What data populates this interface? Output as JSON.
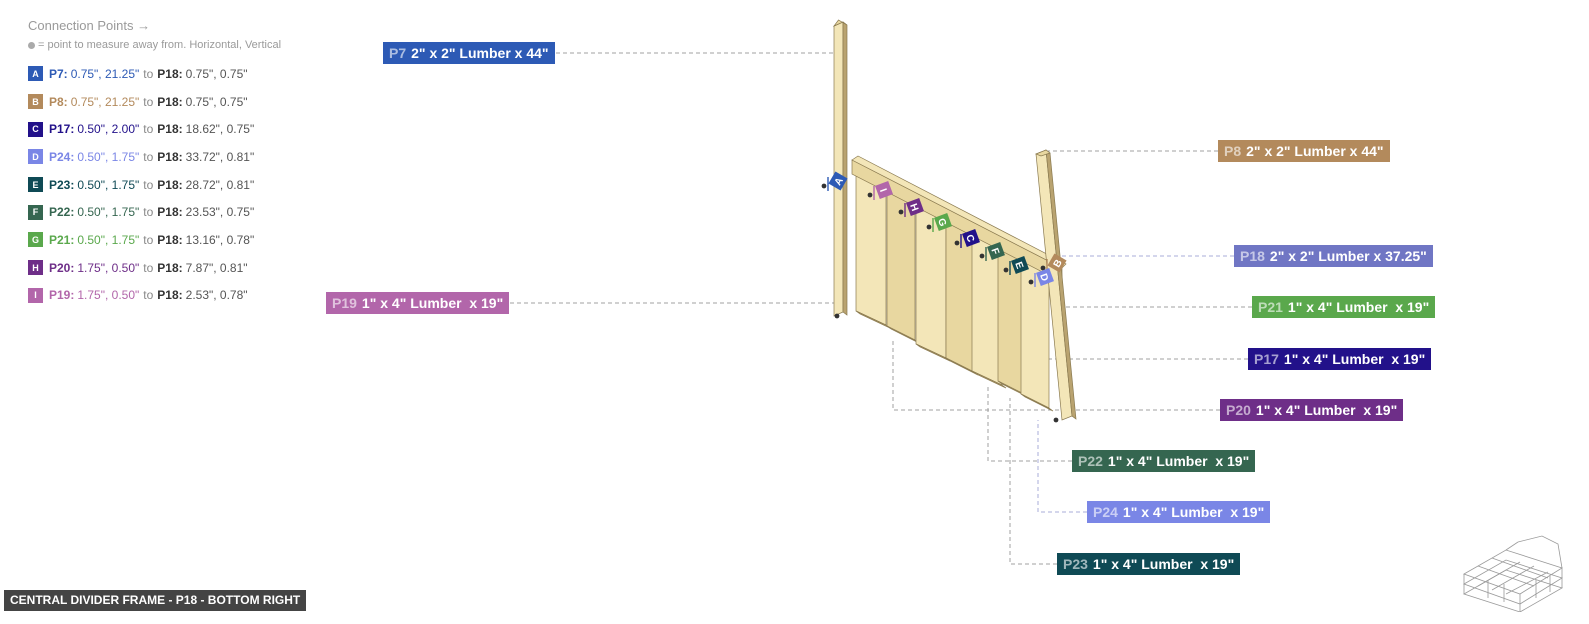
{
  "legend": {
    "title": "Connection Points →",
    "note": "= point to measure away from. Horizontal, Vertical",
    "to_word": "to",
    "items": [
      {
        "badge": "A",
        "color": "#2d5ab5",
        "from_part": "P7:",
        "from_coords": "0.75\", 21.25\"",
        "to_part": "P18:",
        "to_coords": "0.75\", 0.75\""
      },
      {
        "badge": "B",
        "color": "#b38a5c",
        "from_part": "P8:",
        "from_coords": "0.75\", 21.25\"",
        "to_part": "P18:",
        "to_coords": "0.75\", 0.75\""
      },
      {
        "badge": "C",
        "color": "#22118a",
        "from_part": "P17:",
        "from_coords": "0.50\", 2.00\"",
        "to_part": "P18:",
        "to_coords": "18.62\", 0.75\""
      },
      {
        "badge": "D",
        "color": "#7a86e6",
        "from_part": "P24:",
        "from_coords": "0.50\", 1.75\"",
        "to_part": "P18:",
        "to_coords": "33.72\", 0.81\""
      },
      {
        "badge": "E",
        "color": "#0f4a55",
        "from_part": "P23:",
        "from_coords": "0.50\", 1.75\"",
        "to_part": "P18:",
        "to_coords": "28.72\", 0.81\""
      },
      {
        "badge": "F",
        "color": "#356650",
        "from_part": "P22:",
        "from_coords": "0.50\", 1.75\"",
        "to_part": "P18:",
        "to_coords": "23.53\", 0.75\""
      },
      {
        "badge": "G",
        "color": "#5aa84c",
        "from_part": "P21:",
        "from_coords": "0.50\", 1.75\"",
        "to_part": "P18:",
        "to_coords": "13.16\", 0.78\""
      },
      {
        "badge": "H",
        "color": "#6e2e88",
        "from_part": "P20:",
        "from_coords": "1.75\", 0.50\"",
        "to_part": "P18:",
        "to_coords": "7.87\", 0.81\""
      },
      {
        "badge": "I",
        "color": "#b266aa",
        "from_part": "P19:",
        "from_coords": "1.75\", 0.50\"",
        "to_part": "P18:",
        "to_coords": "2.53\", 0.78\""
      }
    ]
  },
  "parts": [
    {
      "id": "P7",
      "desc": "2\" x 2\" Lumber x 44\"",
      "color": "#2d5ab5"
    },
    {
      "id": "P8",
      "desc": "2\" x 2\" Lumber x 44\"",
      "color": "#b38a5c"
    },
    {
      "id": "P18",
      "desc": "2\" x 2\" Lumber x 37.25\"",
      "color": "#7076c4"
    },
    {
      "id": "P19",
      "desc": "1\" x 4\" Lumber  x 19\"",
      "color": "#b266aa"
    },
    {
      "id": "P21",
      "desc": "1\" x 4\" Lumber  x 19\"",
      "color": "#5aa84c"
    },
    {
      "id": "P17",
      "desc": "1\" x 4\" Lumber  x 19\"",
      "color": "#22118a"
    },
    {
      "id": "P20",
      "desc": "1\" x 4\" Lumber  x 19\"",
      "color": "#6e2e88"
    },
    {
      "id": "P22",
      "desc": "1\" x 4\" Lumber  x 19\"",
      "color": "#356650"
    },
    {
      "id": "P24",
      "desc": "1\" x 4\" Lumber  x 19\"",
      "color": "#7a86e6"
    },
    {
      "id": "P23",
      "desc": "1\" x 4\" Lumber  x 19\"",
      "color": "#0f4a55"
    }
  ],
  "view_title": "CENTRAL DIVIDER FRAME - P18 - BOTTOM RIGHT",
  "colors": {
    "wood_light": "#f3e6b8",
    "wood_mid": "#e8d7a0",
    "wood_dark": "#b9a370",
    "edge": "#8a7a50"
  }
}
